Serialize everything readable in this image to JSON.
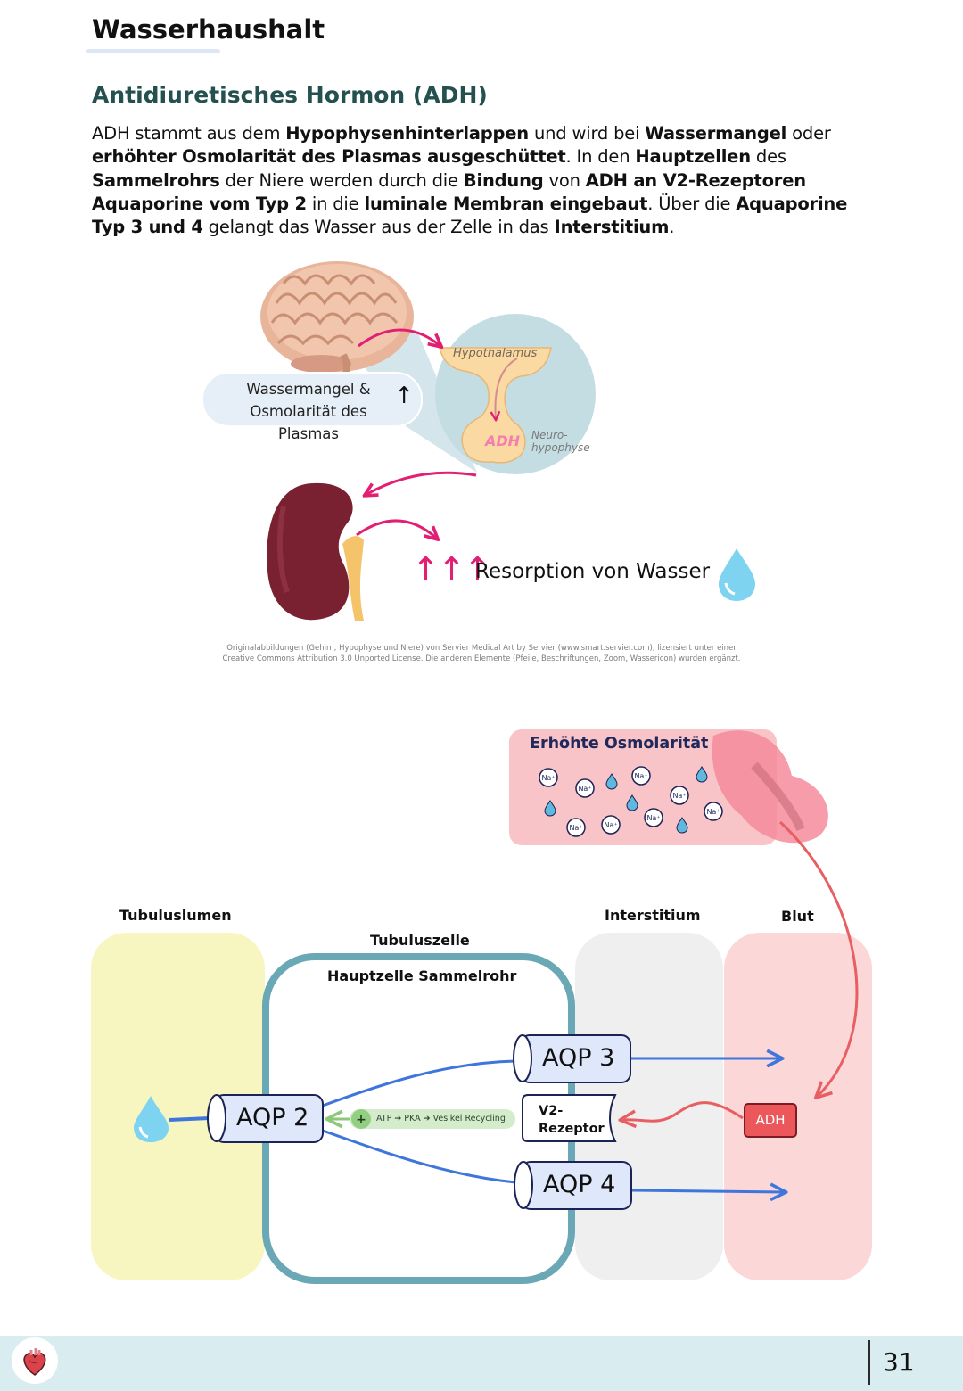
{
  "header": {
    "page_title": "Wasserhaushalt",
    "section_title": "Antidiuretisches Hormon (ADH)"
  },
  "intro": {
    "p1": "ADH stammt aus dem ",
    "b1": "Hypophysenhinterlappen",
    "p2": " und wird bei ",
    "b2": "Wassermangel",
    "p3": " oder ",
    "b3": "erhöhter Osmolarität des Plasmas ausgeschüttet",
    "p4": ". In den ",
    "b4": "Hauptzellen",
    "p5": " des ",
    "b5": "Sammelrohrs",
    "p6": " der Niere werden durch die ",
    "b6": "Bindung",
    "p7": " von ",
    "b7": "ADH an V2-Rezeptoren Aquaporine vom Typ 2",
    "p8": " in die ",
    "b8": "luminale Membran eingebaut",
    "p9": ". Über die ",
    "b9": "Aquaporine Typ 3 und 4",
    "p10": " gelangt das Wasser aus der Zelle in das ",
    "b10": "Interstitium",
    "p11": "."
  },
  "figure1": {
    "bubble_text": "Wassermangel & Osmolarität des Plasmas",
    "bubble_arrow": "↑",
    "hypothalamus_label": "Hypothalamus",
    "adh_label": "ADH",
    "neurohypophyse_label_1": "Neuro-",
    "neurohypophyse_label_2": "hypophyse",
    "resorption_arrows": "↑↑↑",
    "resorption_text": "Resorption von Wasser",
    "credits": "Originalabbildungen (Gehirn, Hypophyse und Niere) von Servier Medical Art by Servier (www.smart.servier.com), lizensiert unter einer Creative Commons Attribution 3.0 Unported License. Die anderen Elemente (Pfeile, Beschriftungen, Zoom, Wassericon) wurden ergänzt.",
    "icons": [
      "brain-illustration",
      "pituitary-illustration",
      "kidney-illustration",
      "water-drop-icon"
    ]
  },
  "figure2": {
    "osmolarity_title": "Erhöhte Osmolarität",
    "ion_label": "Na⁺",
    "col_tubuluslumen": "Tubuluslumen",
    "col_tubuluszelle": "Tubuluszelle",
    "cell_title": "Hauptzelle Sammelrohr",
    "col_interstitium": "Interstitium",
    "col_blut": "Blut",
    "aqp2": "AQP 2",
    "aqp3": "AQP 3",
    "aqp4": "AQP 4",
    "plus": "+",
    "recycling_text": "ATP ➔ PKA ➔ Vesikel Recycling",
    "v2_line1": "V2-",
    "v2_line2": "Rezeptor",
    "adh_badge": "ADH",
    "colors": {
      "lumen": "#f8f6c0",
      "cell_border": "#6aa8b6",
      "interstitium": "#efefef",
      "blood": "#fcd7d8",
      "blue_arrow": "#3f76dc",
      "red_arrow": "#e85f63",
      "green_recycling": "#a8d39b"
    }
  },
  "footer": {
    "logo_icon": "heart-icon",
    "page_number": "31"
  }
}
